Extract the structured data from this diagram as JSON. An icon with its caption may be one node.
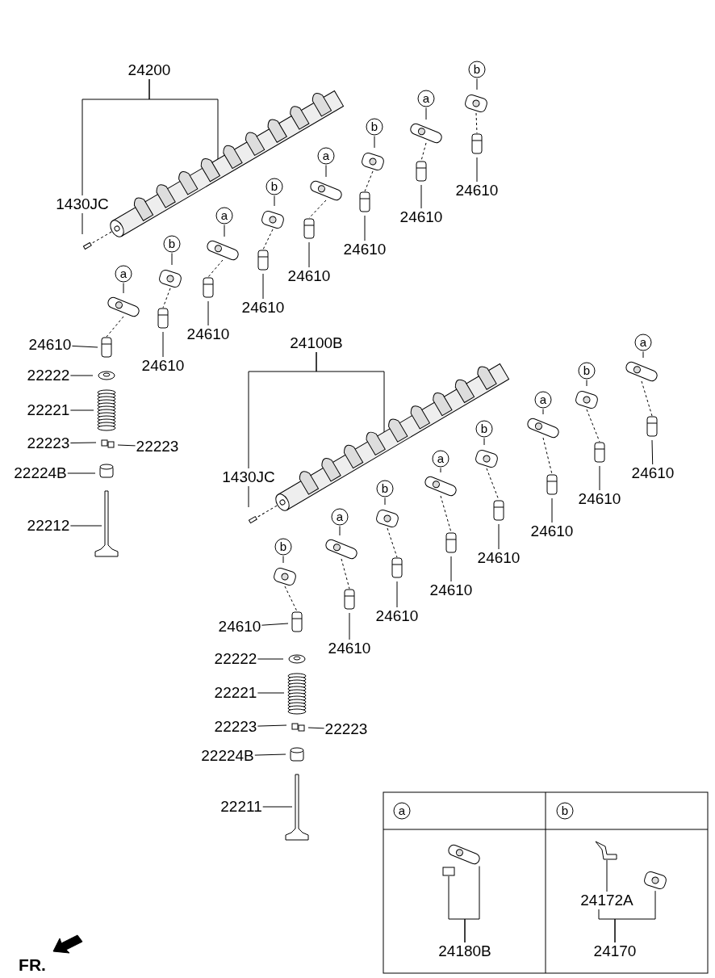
{
  "diagram": {
    "nodes": [
      {
        "text": [
          "24200"
        ]
      },
      {
        "text": [
          "1430JC"
        ]
      },
      {
        "text": [
          "b"
        ]
      },
      {
        "text": [
          "a"
        ]
      },
      {
        "text": [
          "b"
        ]
      },
      {
        "text": [
          "a"
        ]
      },
      {
        "text": [
          "b"
        ]
      },
      {
        "text": [
          "a"
        ]
      },
      {
        "text": [
          "b"
        ]
      },
      {
        "text": [
          "a"
        ]
      },
      {
        "text": [
          "24610"
        ]
      },
      {
        "text": [
          "24610"
        ]
      },
      {
        "text": [
          "24610"
        ]
      },
      {
        "text": [
          "24610"
        ]
      },
      {
        "text": [
          "24610"
        ]
      },
      {
        "text": [
          "24610"
        ]
      },
      {
        "text": [
          "24610"
        ]
      },
      {
        "text": [
          "24610"
        ]
      },
      {
        "text": [
          "22222"
        ]
      },
      {
        "text": [
          "22221"
        ]
      },
      {
        "text": [
          "22223"
        ]
      },
      {
        "text": [
          "22223"
        ]
      },
      {
        "text": [
          "22224B"
        ]
      },
      {
        "text": [
          "22212"
        ]
      },
      {
        "text": [
          "24100B"
        ]
      },
      {
        "text": [
          "1430JC"
        ]
      },
      {
        "text": [
          "a"
        ]
      },
      {
        "text": [
          "b"
        ]
      },
      {
        "text": [
          "a"
        ]
      },
      {
        "text": [
          "b"
        ]
      },
      {
        "text": [
          "a"
        ]
      },
      {
        "text": [
          "b"
        ]
      },
      {
        "text": [
          "a"
        ]
      },
      {
        "text": [
          "b"
        ]
      },
      {
        "text": [
          "24610"
        ]
      },
      {
        "text": [
          "24610"
        ]
      },
      {
        "text": [
          "24610"
        ]
      },
      {
        "text": [
          "24610"
        ]
      },
      {
        "text": [
          "24610"
        ]
      },
      {
        "text": [
          "24610"
        ]
      },
      {
        "text": [
          "24610"
        ]
      },
      {
        "text": [
          "24610"
        ]
      },
      {
        "text": [
          "22222"
        ]
      },
      {
        "text": [
          "22221"
        ]
      },
      {
        "text": [
          "22223"
        ]
      },
      {
        "text": [
          "22223"
        ]
      },
      {
        "text": [
          "22224B"
        ]
      },
      {
        "text": [
          "22211"
        ]
      },
      {
        "text": [
          "a"
        ]
      },
      {
        "text": [
          "b"
        ]
      },
      {
        "text": [
          "24172A"
        ]
      },
      {
        "text": [
          "24180B"
        ]
      },
      {
        "text": [
          "24170"
        ]
      },
      {
        "text": [],
        "shape": "picture"
      },
      {
        "text": [],
        "shape": "box"
      },
      {
        "text": [],
        "shape": "picture"
      },
      {
        "text": [],
        "shape": "picture"
      }
    ],
    "edges": [
      {
        "from": 0,
        "to": 1,
        "arrow": "none"
      },
      {
        "from": 0,
        "to": null,
        "arrow": "none"
      },
      {
        "from": 1,
        "to": null,
        "arrow": "none"
      },
      {
        "from": 2,
        "to": null,
        "arrow": "none"
      },
      {
        "from": 3,
        "to": null,
        "arrow": "none"
      },
      {
        "from": 4,
        "to": null,
        "arrow": "none"
      },
      {
        "from": 5,
        "to": null,
        "arrow": "none"
      },
      {
        "from": 6,
        "to": null,
        "arrow": "none"
      },
      {
        "from": 7,
        "to": null,
        "arrow": "none"
      },
      {
        "from": 8,
        "to": null,
        "arrow": "none"
      },
      {
        "from": 9,
        "to": null,
        "arrow": "none"
      },
      {
        "from": 10,
        "to": null,
        "arrow": "none"
      },
      {
        "from": 11,
        "to": null,
        "arrow": "none"
      },
      {
        "from": 12,
        "to": null,
        "arrow": "none"
      },
      {
        "from": 13,
        "to": null,
        "arrow": "none"
      },
      {
        "from": 14,
        "to": null,
        "arrow": "none"
      },
      {
        "from": 15,
        "to": null,
        "arrow": "none"
      },
      {
        "from": 16,
        "to": null,
        "arrow": "none"
      },
      {
        "from": 17,
        "to": null,
        "arrow": "none"
      },
      {
        "from": 18,
        "to": null,
        "arrow": "none"
      },
      {
        "from": 19,
        "to": null,
        "arrow": "none"
      },
      {
        "from": 20,
        "to": null,
        "arrow": "none"
      },
      {
        "from": 21,
        "to": null,
        "arrow": "none"
      },
      {
        "from": 22,
        "to": null,
        "arrow": "none"
      },
      {
        "from": 23,
        "to": null,
        "arrow": "none"
      },
      {
        "from": 24,
        "to": 25,
        "arrow": "none"
      },
      {
        "from": 24,
        "to": null,
        "arrow": "none"
      },
      {
        "from": 25,
        "to": null,
        "arrow": "none"
      },
      {
        "from": 26,
        "to": null,
        "arrow": "none"
      },
      {
        "from": 27,
        "to": null,
        "arrow": "none"
      },
      {
        "from": 28,
        "to": null,
        "arrow": "none"
      },
      {
        "from": 29,
        "to": null,
        "arrow": "none"
      },
      {
        "from": 30,
        "to": null,
        "arrow": "none"
      },
      {
        "from": 31,
        "to": null,
        "arrow": "none"
      },
      {
        "from": 32,
        "to": null,
        "arrow": "none"
      },
      {
        "from": 33,
        "to": null,
        "arrow": "none"
      },
      {
        "from": 34,
        "to": null,
        "arrow": "none"
      },
      {
        "from": 35,
        "to": null,
        "arrow": "none"
      },
      {
        "from": 36,
        "to": null,
        "arrow": "none"
      },
      {
        "from": 37,
        "to": null,
        "arrow": "none"
      },
      {
        "from": 38,
        "to": null,
        "arrow": "none"
      },
      {
        "from": 39,
        "to": null,
        "arrow": "none"
      },
      {
        "from": 40,
        "to": null,
        "arrow": "none"
      },
      {
        "from": 41,
        "to": null,
        "arrow": "none"
      },
      {
        "from": 42,
        "to": null,
        "arrow": "none"
      },
      {
        "from": 43,
        "to": null,
        "arrow": "none"
      },
      {
        "from": 44,
        "to": null,
        "arrow": "none"
      },
      {
        "from": 45,
        "to": null,
        "arrow": "none"
      },
      {
        "from": 46,
        "to": null,
        "arrow": "none"
      },
      {
        "from": 47,
        "to": null,
        "arrow": "none"
      },
      {
        "from": 50,
        "to": 55,
        "arrow": "none"
      },
      {
        "from": 51,
        "to": 54,
        "arrow": "none"
      },
      {
        "from": 51,
        "to": 53,
        "arrow": "none"
      },
      {
        "from": 52,
        "to": 50,
        "arrow": "none"
      },
      {
        "from": 52,
        "to": 56,
        "arrow": "none"
      }
    ],
    "labels": [
      "FR."
    ]
  }
}
